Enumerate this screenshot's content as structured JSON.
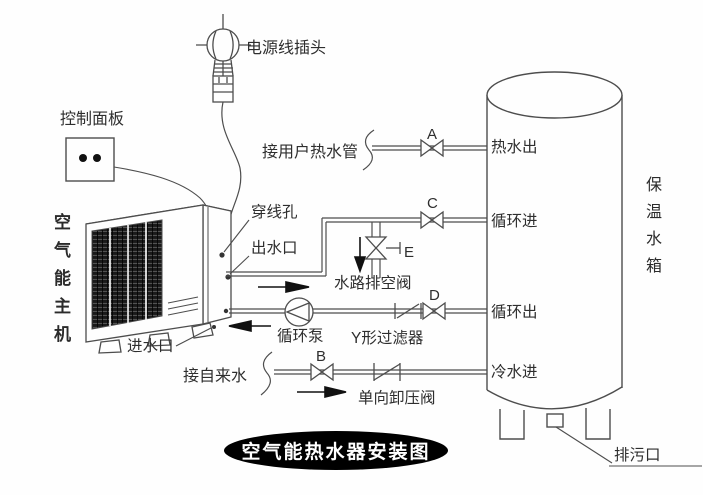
{
  "diagram": {
    "badge_title": "空气能热水器安装图",
    "power": {
      "plug_label": "电源线插头"
    },
    "control_panel": {
      "label": "控制面板"
    },
    "heat_pump": {
      "vertical_label": "空气能主机",
      "wire_hole": "穿线孔",
      "water_outlet": "出水口",
      "water_inlet": "进水口"
    },
    "tank": {
      "vertical_label": "保温水箱",
      "hot_water_out": "热水出",
      "circulation_in": "循环进",
      "circulation_out": "循环出",
      "cold_water_in": "冷水进",
      "sewage_outlet": "排污口"
    },
    "pipes": {
      "user_hot_water": "接用户热水管",
      "tap_water": "接自来水",
      "drain_valve": "水路排空阀",
      "circulation_pump": "循环泵",
      "y_filter": "Y形过滤器",
      "relief_valve": "单向卸压阀"
    },
    "valve_tags": {
      "a": "A",
      "b": "B",
      "c": "C",
      "d": "D",
      "e": "E"
    },
    "colors": {
      "line": "#4d4d4d",
      "text": "#2e2e2e",
      "badge_bg": "#000000",
      "badge_text": "#ffffff"
    }
  }
}
